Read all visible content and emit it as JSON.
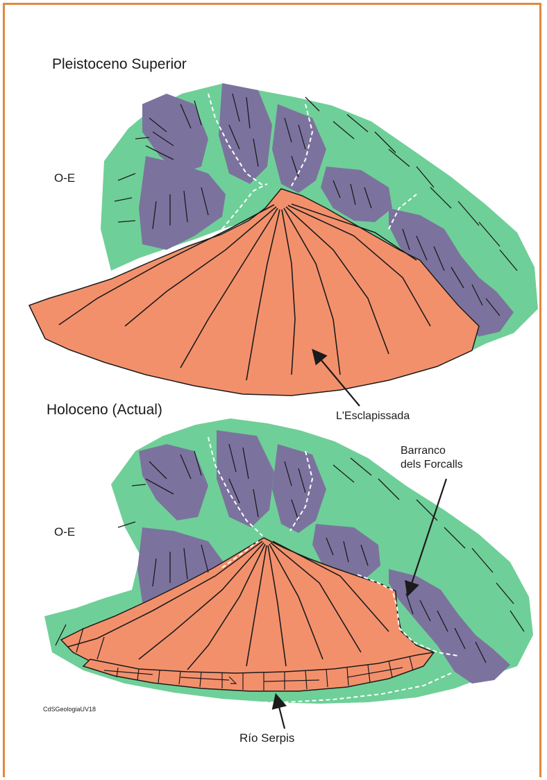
{
  "colors": {
    "frame": "#e08a3c",
    "mountain": "#6fcf98",
    "bedrock": "#7b739e",
    "fan": "#f3906c",
    "line": "#1b1b1b",
    "river_dash": "#ffffff"
  },
  "panels": [
    {
      "title": "Pleistoceno Superior",
      "orientation": "O-E"
    },
    {
      "title": "Holoceno (Actual)",
      "orientation": "O-E"
    }
  ],
  "labels": {
    "fan": "L'Esclapissada",
    "barranco_line1": "Barranco",
    "barranco_line2": "dels Forcalls",
    "river": "Río Serpis",
    "credit": "CdSGeologiaUV18"
  }
}
